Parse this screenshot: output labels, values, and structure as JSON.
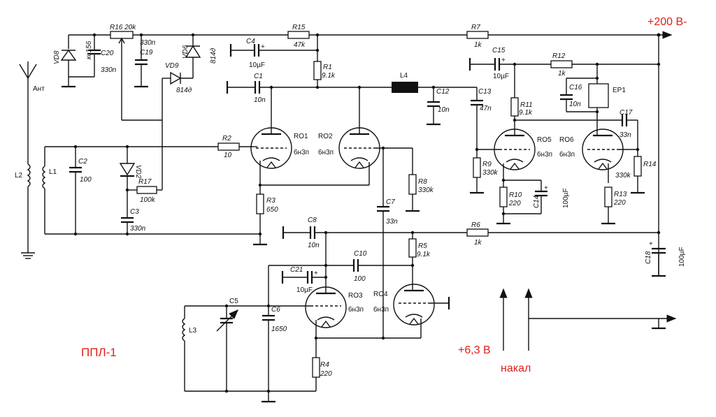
{
  "labels": {
    "ant": "Ант",
    "L1": "L1",
    "L2": "L2",
    "L3": "L3",
    "L4": "L4",
    "C1": "C1",
    "C1v": "10n",
    "C2": "C2",
    "C2v": "100",
    "C3": "C3",
    "C3v": "330n",
    "C4": "C4",
    "C4v": "10µF",
    "C5": "C5",
    "C6": "C6",
    "C6v": "1650",
    "C7": "C7",
    "C7v": "33n",
    "C8": "C8",
    "C8v": "10n",
    "C10": "C10",
    "C10v": "100",
    "C12": "C12",
    "C12v": "10n",
    "C13": "C13",
    "C13v": "47n",
    "C14": "C14",
    "C14v": "100µF",
    "C15": "C15",
    "C15v": "10µF",
    "C16": "C16",
    "C16v": "10n",
    "C17": "C17",
    "C17v": "33n",
    "C18": "C18",
    "C18v": "100µF",
    "C19": "C19",
    "C19v": "330n",
    "C20": "C20",
    "C20v": "330n",
    "C21": "C21",
    "C21v": "10µF",
    "R1": "R1",
    "R1v": "9.1k",
    "R2": "R2",
    "R2v": "10",
    "R3": "R3",
    "R3v": "650",
    "R4": "R4",
    "R4v": "220",
    "R5": "R5",
    "R5v": "9.1k",
    "R6": "R6",
    "R6v": "1k",
    "R7": "R7",
    "R7v": "1k",
    "R8": "R8",
    "R8v": "330k",
    "R9": "R9",
    "R9v": "330k",
    "R10": "R10",
    "R10v": "220",
    "R12": "R12",
    "R12v": "1k",
    "R13": "R13",
    "R13v": "220",
    "R14": "R14",
    "R14v": "330k",
    "R15": "R15",
    "R15v": "47k",
    "R16": "R16 20k",
    "R17": "R17",
    "R17v": "100k",
    "R11": "R11",
    "R11v": "9.1k",
    "VD2": "VD2",
    "VD6": "VD6",
    "VD6v": "814д",
    "VD8": "VD8",
    "VD8v": "кс156",
    "VD9": "VD9",
    "VD9v": "814д",
    "EP1": "EP1",
    "RO1": "RO1",
    "RO2": "RO2",
    "RO3": "RO3",
    "RO4": "RO4",
    "RO5": "RO5",
    "RO6": "RO6",
    "tube": "6н3п",
    "plus": "+"
  },
  "annotations": {
    "supply": "+200 В-",
    "heater_voltage": "+6,3 В",
    "heater": "накал",
    "title": "ППЛ-1"
  },
  "colors": {
    "wire": "#111111",
    "annotation": "#e0201a"
  }
}
